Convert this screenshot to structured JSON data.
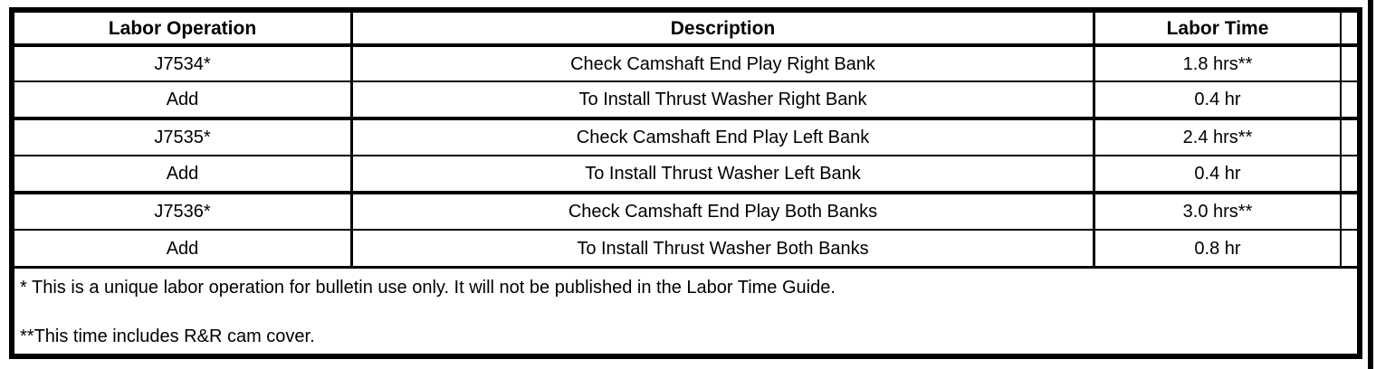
{
  "table": {
    "headers": {
      "operation": "Labor Operation",
      "description": "Description",
      "time": "Labor Time"
    },
    "rows": [
      {
        "operation": "J7534*",
        "description": "Check Camshaft End Play Right Bank",
        "time": "1.8 hrs**"
      },
      {
        "operation": "Add",
        "description": "To Install Thrust Washer Right Bank",
        "time": "0.4 hr"
      },
      {
        "operation": "J7535*",
        "description": "Check Camshaft End Play Left Bank",
        "time": "2.4 hrs**"
      },
      {
        "operation": "Add",
        "description": "To Install Thrust Washer Left Bank",
        "time": "0.4 hr"
      },
      {
        "operation": "J7536*",
        "description": "Check Camshaft End Play Both Banks",
        "time": "3.0 hrs**"
      },
      {
        "operation": "Add",
        "description": "To Install Thrust Washer Both Banks",
        "time": "0.8 hr"
      }
    ],
    "footnotes": [
      "* This is a unique labor operation for bulletin use only. It will not be published in the Labor Time Guide.",
      "**This time includes R&R cam cover."
    ]
  },
  "colors": {
    "border": "#000000",
    "background": "#ffffff",
    "text": "#000000"
  }
}
